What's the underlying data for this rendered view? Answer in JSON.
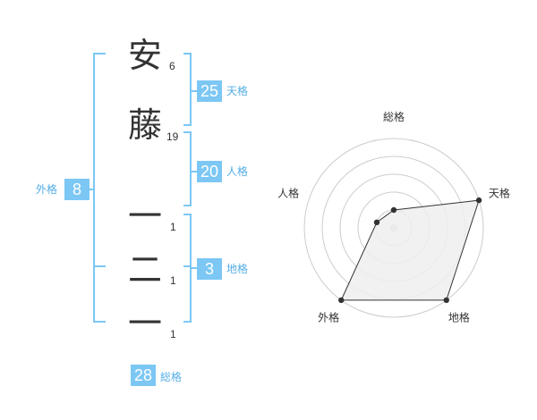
{
  "name": {
    "characters": [
      {
        "char": "安",
        "strokes": "6"
      },
      {
        "char": "藤",
        "strokes": "19"
      },
      {
        "char": "一",
        "strokes": "1"
      },
      {
        "char": "二",
        "strokes": "1"
      },
      {
        "char": "一",
        "strokes": "1"
      }
    ]
  },
  "fortune": {
    "tenkaku": {
      "value": "25",
      "label": "天格"
    },
    "jinkaku": {
      "value": "20",
      "label": "人格"
    },
    "chikaku": {
      "value": "3",
      "label": "地格"
    },
    "gaikaku": {
      "value": "8",
      "label": "外格"
    },
    "soukaku": {
      "value": "28",
      "label": "総格"
    }
  },
  "colors": {
    "accent": "#7cc7f4",
    "label_text": "#55aee6",
    "grid": "#cccccc",
    "area_fill": "#eeeeee",
    "polygon_stroke": "#333333"
  },
  "chart_data": {
    "type": "radar",
    "axes": [
      "総格",
      "天格",
      "地格",
      "外格",
      "人格"
    ],
    "levels": 5,
    "values": [
      1,
      5,
      5,
      5,
      1
    ],
    "max": 5
  }
}
